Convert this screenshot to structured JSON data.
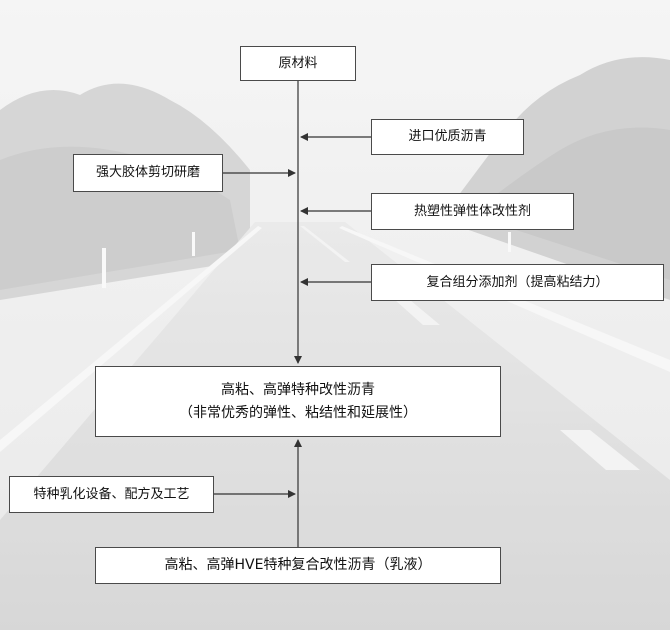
{
  "diagram": {
    "raw_material": "原材料",
    "import_asphalt": "进口优质沥青",
    "rubber_grinding": "强大胶体剪切研磨",
    "thermoplastic_modifier": "热塑性弹性体改性剂",
    "compound_additive": "复合组分添加剂（提高粘结力）",
    "modified_asphalt_title": "高粘、高弹特种改性沥青",
    "modified_asphalt_note": "（非常优秀的弹性、粘结性和延展性）",
    "emulsification": "特种乳化设备、配方及工艺",
    "final_product": "高粘、高弹HVE特种复合改性沥青（乳液）"
  },
  "colors": {
    "box_fill": "#ffffff",
    "box_border": "#4a4a4a",
    "connector": "#333333",
    "background_fog": "#e9e9e9",
    "road": "#cfcfcf"
  }
}
